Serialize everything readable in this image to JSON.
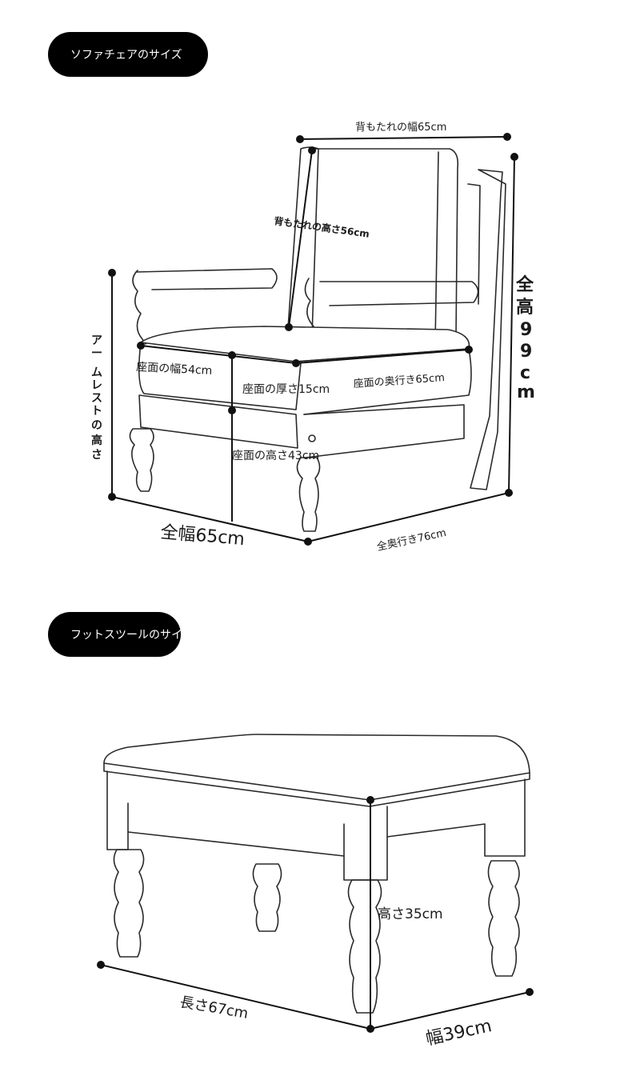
{
  "sections": {
    "sofa_title": "ソファチェアのサイズ",
    "stool_title": "フットスツールのサイズ"
  },
  "sofa_dims": {
    "back_width": "背もたれの幅65cm",
    "back_height": "背もたれの高さ56cm",
    "seat_width": "座面の幅54cm",
    "seat_thickness": "座面の厚さ15cm",
    "seat_depth": "座面の奥行き65cm",
    "seat_height": "座面の高さ43cm",
    "total_width": "全幅65cm",
    "total_depth": "全奥行き76cm",
    "total_height": [
      "全",
      "高",
      "9",
      "9",
      "c",
      "m"
    ],
    "arm_height": [
      "ア",
      "ー",
      "ム",
      "レ",
      "ス",
      "ト",
      "の",
      "高",
      "さ"
    ]
  },
  "stool_dims": {
    "height": "高さ35cm",
    "length": "長さ67cm",
    "width": "幅39cm"
  }
}
